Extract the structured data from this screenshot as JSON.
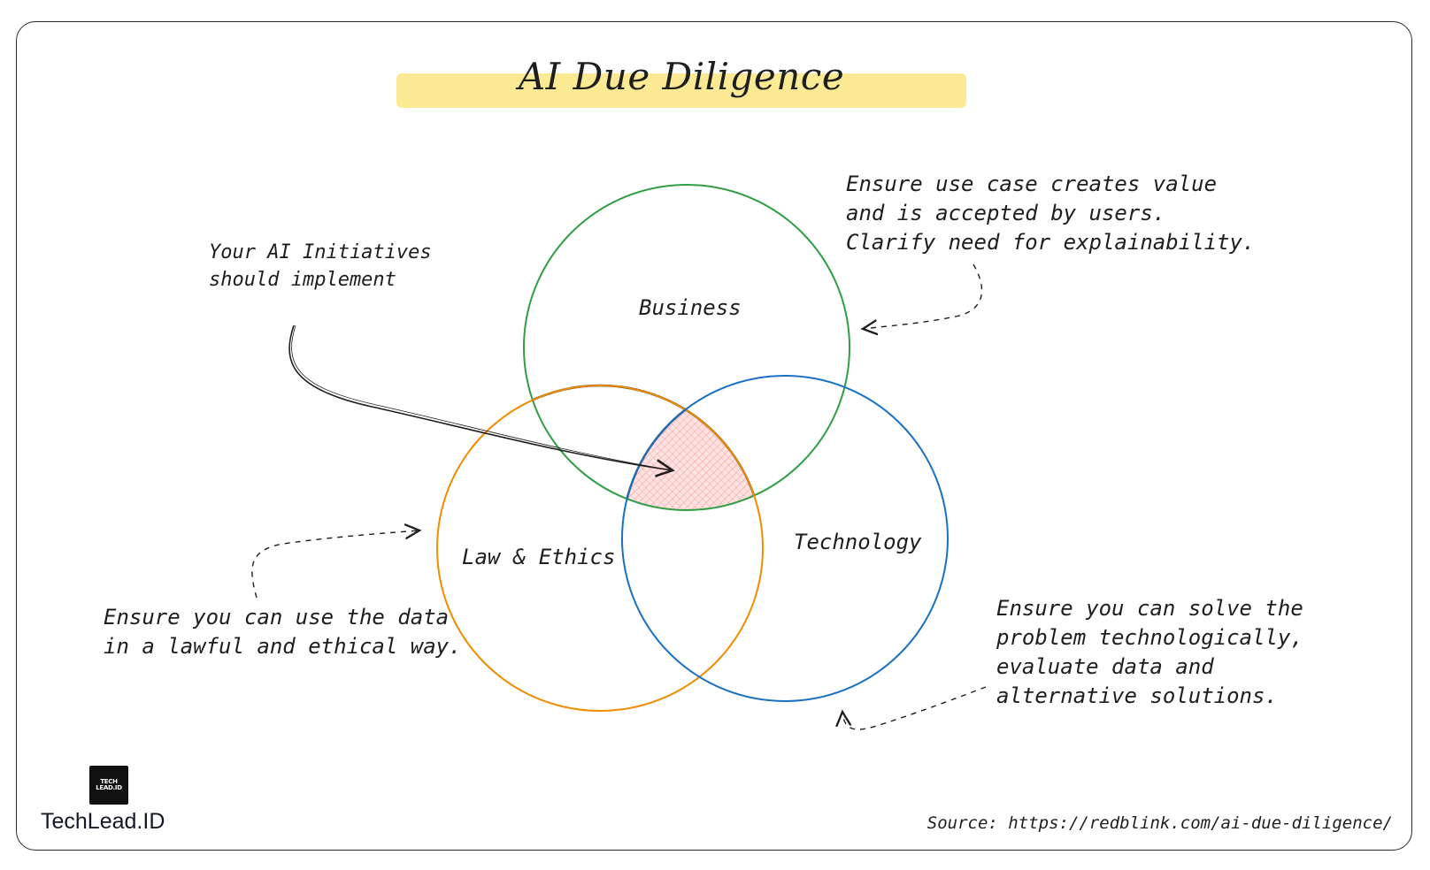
{
  "title": "AI Due Diligence",
  "center_note": "Your AI Initiatives\nshould implement",
  "circles": {
    "business": {
      "label": "Business",
      "color": "#2f9e44",
      "note": "Ensure use case creates value\nand is accepted by users.\nClarify need for explainability."
    },
    "law": {
      "label": "Law & Ethics",
      "color": "#f08c00",
      "note": "Ensure you can use the data\nin a lawful and ethical way."
    },
    "technology": {
      "label": "Technology",
      "color": "#1971c2",
      "note": "Ensure you can solve the\nproblem technologically,\nevaluate data and\nalternative solutions."
    }
  },
  "intersection_color": "#ffc9c9",
  "logo": {
    "mark_line1": "TECH",
    "mark_line2": "LEAD.ID",
    "brand": "TechLead.ID"
  },
  "source": "Source: https://redblink.com/ai-due-diligence/"
}
